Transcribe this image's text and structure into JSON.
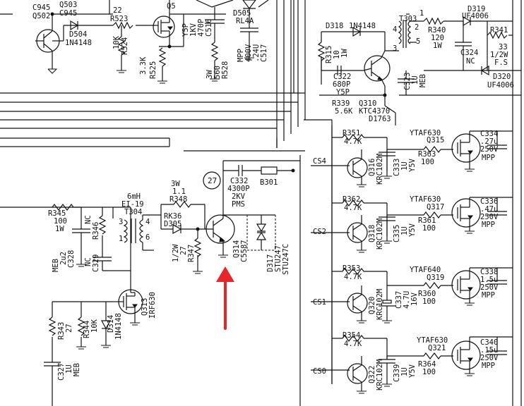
{
  "labels": {
    "c945": "C945",
    "q502": "Q502",
    "q503": "Q503",
    "c945b": "C945",
    "d504": "D504",
    "d504_part": "1N4148",
    "r523": "R523",
    "r523_val": "22",
    "r524": "R524",
    "r524_val": "10K",
    "r525": "R525",
    "r525_val": "3.3K",
    "q5x": "Q5",
    "c516": "C516",
    "c516_v1": "1KV",
    "c516_v2": "470P",
    "c516_v3": "Y5P",
    "d505": "D505",
    "d505_part": "RL4A",
    "r528": "R528",
    "r528_v1": "560",
    "r528_v2": "3W",
    "c517": "C517",
    "c517_v1": "MPP",
    "c517_v2": ".24U",
    "c517_v3": "400V",
    "d318": "D318",
    "d318_part": "1N4148",
    "t303": "T303",
    "t303_p2": "2",
    "t303_p4": "4",
    "t303_p1": "1",
    "t303_p3": "3",
    "t303_p5": "5",
    "r340": "R340",
    "r340_v1": "120",
    "r340_v2": "1W",
    "d319": "D319",
    "d319_part": "UF4006",
    "r341": "R341",
    "r341_v1": "33",
    "r341_v2": "1/2W",
    "r341_v3": "F.S",
    "c324": "C324",
    "c324_val": "NC",
    "d320": "D320",
    "d320_part": "UF4006",
    "r315": "R315",
    "r315_v1": "10",
    "r315_v2": "1W",
    "c322": "C322",
    "c322_v1": "680P",
    "c322_v2": "Y5P",
    "c323": "C323",
    "c323_v1": "1U",
    "c323_v2": "MEB",
    "r339": "R339",
    "q310": "Q310",
    "r339_val": "5.6K",
    "q310_part": "KTC4370",
    "d1763": "D1763",
    "r351": "R351",
    "r351_val": "4.7K",
    "ytaf630a": "YTAF630",
    "q315": "Q315",
    "c334": "C334",
    "c334_v1": ".27u",
    "c334_v2": "250V",
    "c334_v3": "MPP",
    "cs4": "CS4",
    "q316": "Q316",
    "q316_part": "KRC102M",
    "c333": "C333",
    "c333_v1": "1U",
    "c333_v2": "Y5V",
    "r363": "R363",
    "r363_val": "100",
    "node27": "27",
    "c332": "C332",
    "c332_v1": "4300P",
    "c332_v2": "2KV",
    "c332_v3": "PMS",
    "b301": "B301",
    "r362": "R362",
    "r362_val": "4.7K",
    "ytaf630b": "YTAF630",
    "q317": "Q317",
    "c336": "C336",
    "c336_v1": ".47u",
    "c336_v2": "250V",
    "c336_v3": "MPP",
    "cs2": "CS2",
    "q318": "Q318",
    "q318_part": "KRC102M",
    "c335": "C335",
    "c335_v1": "1U",
    "c335_v2": "Y5V",
    "r361": "R361",
    "r361_val": "100",
    "mh": "6mH",
    "ei19": "EI-19",
    "t304": "T304",
    "t304_p1": "1",
    "t304_p3": "3",
    "t304_p4": "4",
    "t304_p6": "6",
    "w3": "3W",
    "r348_val": "1.1",
    "r348": "R348",
    "rk36": "RK36",
    "d305": "D305",
    "r345": "R345",
    "r345_v1": "100",
    "r345_v2": "1W",
    "nc1": "NC",
    "r346": "R346",
    "meb": "MEB",
    "c328_val": "2u2",
    "c328": "C328",
    "nc2": "NC",
    "c329": "C329",
    "r347_v1": "1/2W",
    "r347_v2": "27",
    "r347": "R347",
    "q314": "Q314",
    "q314_part": "C5587",
    "d317": "D317",
    "d317_part1": "STU247",
    "d317_part2": "STU247C",
    "r353": "R353",
    "r353_val": "4.7K",
    "ytaf640": "YTAF640",
    "q319": "Q319",
    "c338": "C338",
    "c338_v1": "1.5u",
    "c338_v2": "250V",
    "c338_v3": "MPP",
    "cs1": "CS1",
    "q320": "Q320",
    "q320_part": "KRC102M",
    "c337": "C337",
    "c337_v1": "4.7U",
    "c337_v2": "16V",
    "r360": "R360",
    "r360_val": "100",
    "q313": "Q313",
    "q313_part": "IRF630",
    "r343": "R343",
    "r343_val": "27",
    "r344": "R344",
    "r344_val": "10K",
    "d314": "D314",
    "d314_part": "1N4148",
    "r354": "R354",
    "r354_val": "4.7K",
    "ytaf630c": "YTAF630",
    "q321": "Q321",
    "c340": "C340",
    "c340_v1": ".15u",
    "c340_v2": "250V",
    "c340_v3": "MPP",
    "cs0": "CS0",
    "q322": "Q322",
    "q322_part": "KRC102M",
    "c339": "C339",
    "c339_v1": "1U",
    "c339_v2": "Y5V",
    "r364": "R364",
    "r364_val": "100",
    "c327": "C327",
    "c327_v1": "1U",
    "c327_v2": "MEB"
  },
  "colors": {
    "ink": "#111111",
    "arrow": "#e8262a",
    "paper": "#ffffff"
  },
  "arrow": {
    "icon": "arrow-up-icon"
  }
}
